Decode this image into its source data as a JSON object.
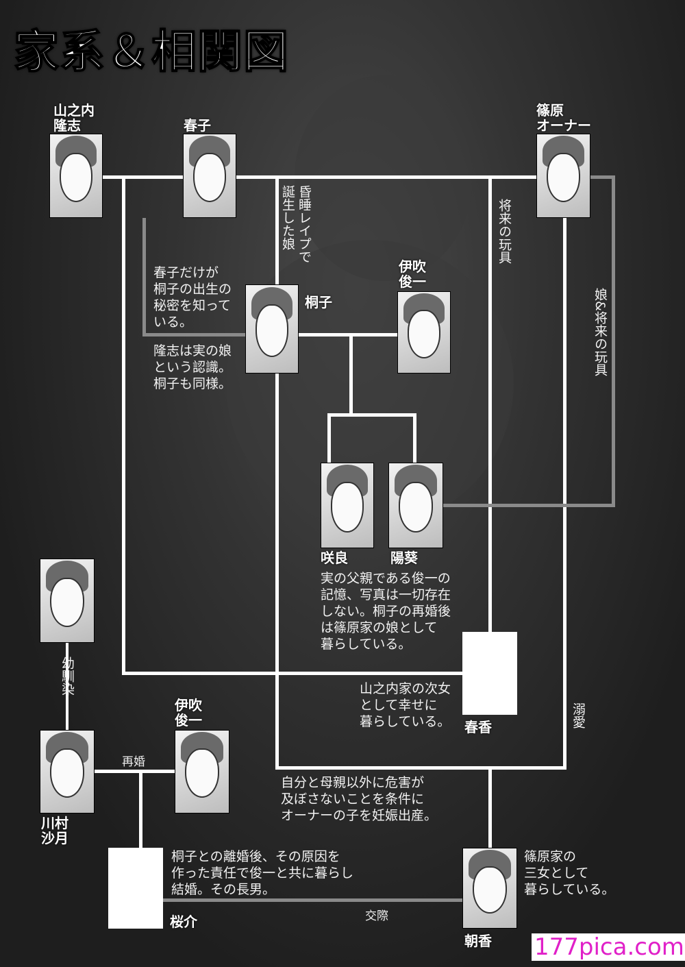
{
  "title": "家系＆相関図",
  "people": {
    "takashi": "山之内\n隆志",
    "haruko": "春子",
    "owner": "篠原\nオーナー",
    "kiriko": "桐子",
    "shunichi": "伊吹\n俊一",
    "sakura": "咲良",
    "himari": "陽葵",
    "haruka": "春香",
    "satsuki": "川村\n沙月",
    "shunichi2": "伊吹\n俊一",
    "keisuke": "桜介",
    "asaka": "朝香"
  },
  "relations": {
    "coma": "昏睡レイプで\n誕生した娘",
    "toy": "将来の玩具",
    "daughter_toy": "娘&将来の玩具",
    "childhood": "幼馴染",
    "remarriage": "再婚",
    "dating": "交際",
    "doting": "溺愛"
  },
  "notes": {
    "haruko_secret": "春子だけが\n桐子の出生の\n秘密を知って\nいる。",
    "takashi_belief": "隆志は実の娘\nという認識。\n桐子も同様。",
    "twins": "実の父親である俊一の\n記憶、写真は一切存在\nしない。桐子の再婚後\nは篠原家の娘として\n暮らしている。",
    "haruka": "山之内家の次女\nとして幸せに\n暮らしている。",
    "condition": "自分と母親以外に危害が\n及ぼさないことを条件に\nオーナーの子を妊娠出産。",
    "keisuke": "桐子との離婚後、その原因を\n作った責任で俊一と共に暮らし\n結婚。その長男。",
    "asaka": "篠原家の\n三女として\n暮らしている。"
  },
  "watermark": "177pica.com",
  "colors": {
    "background": "#262626",
    "line": "#ffffff",
    "secondary_line": "#8a8a8a",
    "watermark": "#e020c8"
  }
}
